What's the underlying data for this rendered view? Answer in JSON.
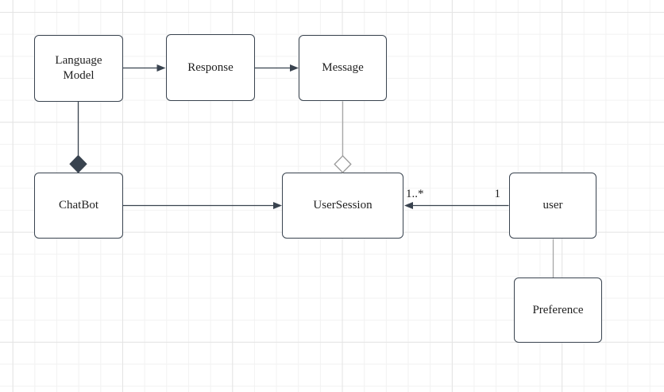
{
  "canvas": {
    "type": "diagram-grid-canvas",
    "background_color": "#ffffff",
    "grid_minor_color": "#f2f2f2",
    "grid_major_color": "#e4e4e4"
  },
  "colors": {
    "node_stroke": "#39434f",
    "node_fill": "#ffffff",
    "edge_dark": "#39434f",
    "edge_gray": "#a6a6a6",
    "text": "#1f1f1f"
  },
  "nodes": {
    "language_model": {
      "label": "Language Model"
    },
    "response": {
      "label": "Response"
    },
    "message": {
      "label": "Message"
    },
    "chatbot": {
      "label": "ChatBot"
    },
    "user_session": {
      "label": "UserSession"
    },
    "user": {
      "label": "user"
    },
    "preference": {
      "label": "Preference"
    }
  },
  "edges": {
    "language_model_to_response": {
      "type": "arrow"
    },
    "response_to_message": {
      "type": "arrow"
    },
    "language_model_to_chatbot": {
      "type": "composition-filled-diamond"
    },
    "chatbot_to_user_session": {
      "type": "arrow"
    },
    "message_to_user_session": {
      "type": "aggregation-hollow-diamond"
    },
    "user_to_user_session": {
      "type": "arrow",
      "source_multiplicity": "1",
      "target_multiplicity": "1..*"
    },
    "user_to_preference": {
      "type": "line"
    }
  }
}
